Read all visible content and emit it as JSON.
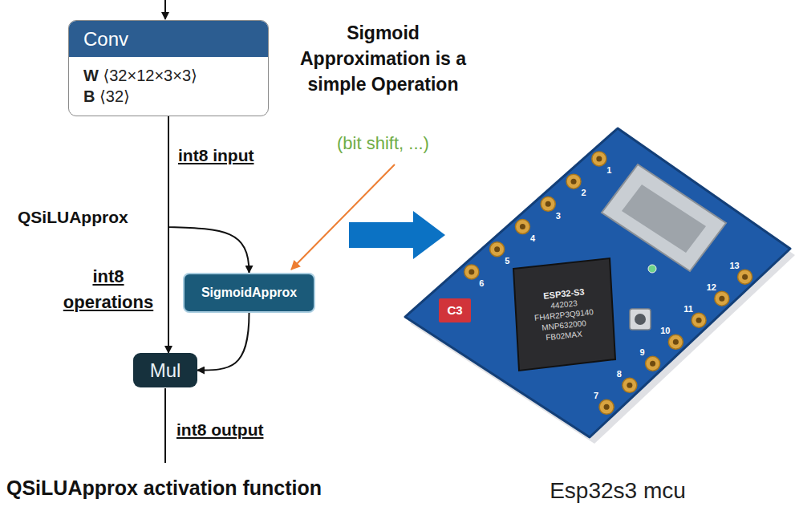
{
  "diagram": {
    "caption": "QSiLUApprox activation function",
    "nodes": [
      {
        "text": [
          "Conv",
          "W ⟨32×12×3×3⟩",
          "B ⟨32⟩"
        ]
      },
      {
        "text": [
          "QSiLUApprox",
          "int8 operations"
        ]
      },
      {
        "text": [
          "SigmoidApprox"
        ],
        "in": 1
      },
      {
        "text": [
          "Mul"
        ],
        "in": 1
      },
      {
        "text": [
          "Esp32s3 mcu"
        ]
      }
    ],
    "edges": [
      {
        "from": 0,
        "to": 3,
        "label": "int8 input",
        "arrow": "to"
      },
      {
        "from": 0,
        "to": 2,
        "arrow": "to"
      },
      {
        "from": 2,
        "to": 3,
        "arrow": "to"
      },
      {
        "from": 1,
        "to": 4,
        "arrow": "to"
      }
    ],
    "labels": [
      "int8 output",
      "Sigmoid Approximation is a simple Operation",
      "(bit shift, ...)",
      "ESP32-S3",
      "442023",
      "FH4R2P3Q9140",
      "MNP632000",
      "FB02MAX",
      "C3",
      "1",
      "2",
      "3",
      "4",
      "5",
      "6",
      "7",
      "8",
      "9",
      "10",
      "11",
      "12",
      "13"
    ]
  }
}
